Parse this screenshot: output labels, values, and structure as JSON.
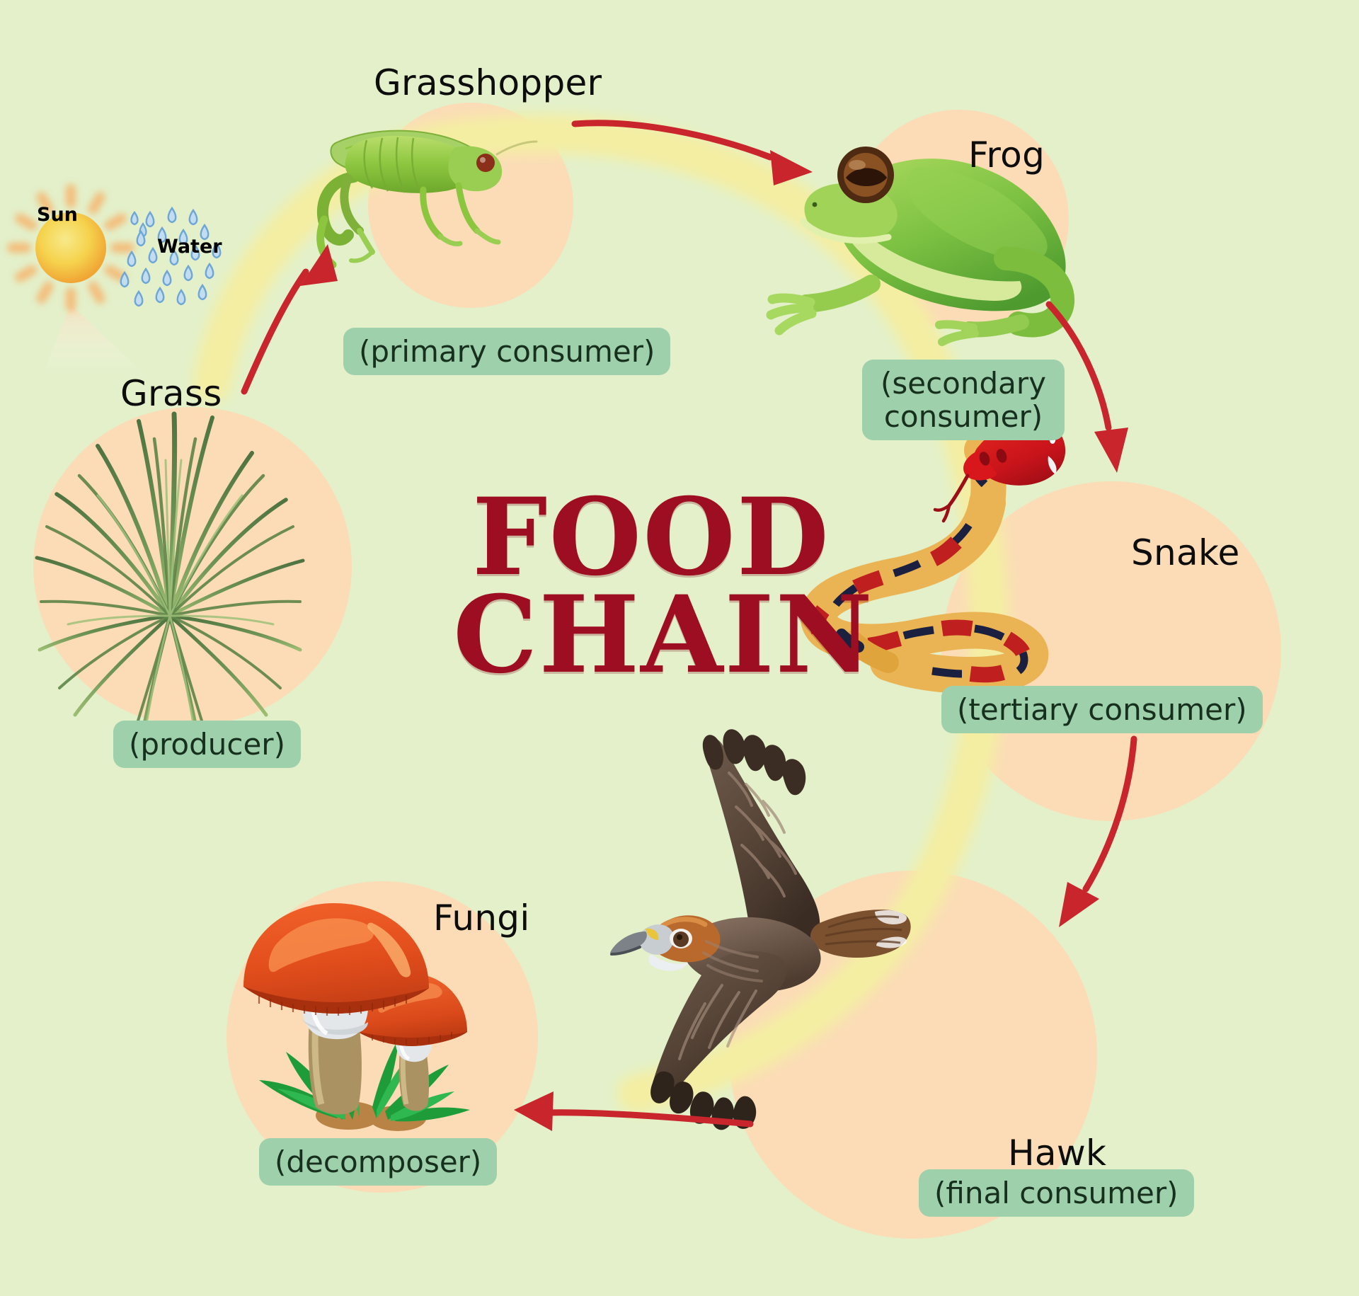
{
  "title": {
    "line1": "FOOD",
    "line2": "CHAIN",
    "color": "#9e0e22"
  },
  "background_color": "#e3f0ca",
  "circle_color": "#fbdcb6",
  "ribbon_color": "#f5f0a8",
  "arrow_color": "#c8252c",
  "pill_color": "#9fd0ac",
  "pill_text_color": "#17301d",
  "energy_inputs": [
    {
      "name": "sun",
      "label": "Sun",
      "icon": "sun-icon"
    },
    {
      "name": "water",
      "label": "Water",
      "icon": "rain-drops-icon"
    }
  ],
  "nodes": [
    {
      "id": "grass",
      "label": "Grass",
      "role": "(producer)",
      "icon": "grass-icon"
    },
    {
      "id": "grasshopper",
      "label": "Grasshopper",
      "role": "(primary consumer)",
      "icon": "grasshopper-icon"
    },
    {
      "id": "frog",
      "label": "Frog",
      "role": "(secondary consumer)",
      "icon": "frog-icon"
    },
    {
      "id": "snake",
      "label": "Snake",
      "role": "(tertiary consumer)",
      "icon": "snake-icon"
    },
    {
      "id": "hawk",
      "label": "Hawk",
      "role": "(final consumer)",
      "icon": "hawk-icon"
    },
    {
      "id": "fungi",
      "label": "Fungi",
      "role": "(decomposer)",
      "icon": "mushroom-icon"
    }
  ],
  "role_labels": {
    "producer": "(producer)",
    "primary": "(primary consumer)",
    "secondary_line1": "(secondary",
    "secondary_line2": "consumer)",
    "tertiary": "(tertiary consumer)",
    "final": "(final consumer)",
    "decomposer": "(decomposer)"
  },
  "flow": [
    {
      "from": "grass",
      "to": "grasshopper"
    },
    {
      "from": "grasshopper",
      "to": "frog"
    },
    {
      "from": "frog",
      "to": "snake"
    },
    {
      "from": "snake",
      "to": "hawk"
    },
    {
      "from": "hawk",
      "to": "fungi"
    }
  ]
}
